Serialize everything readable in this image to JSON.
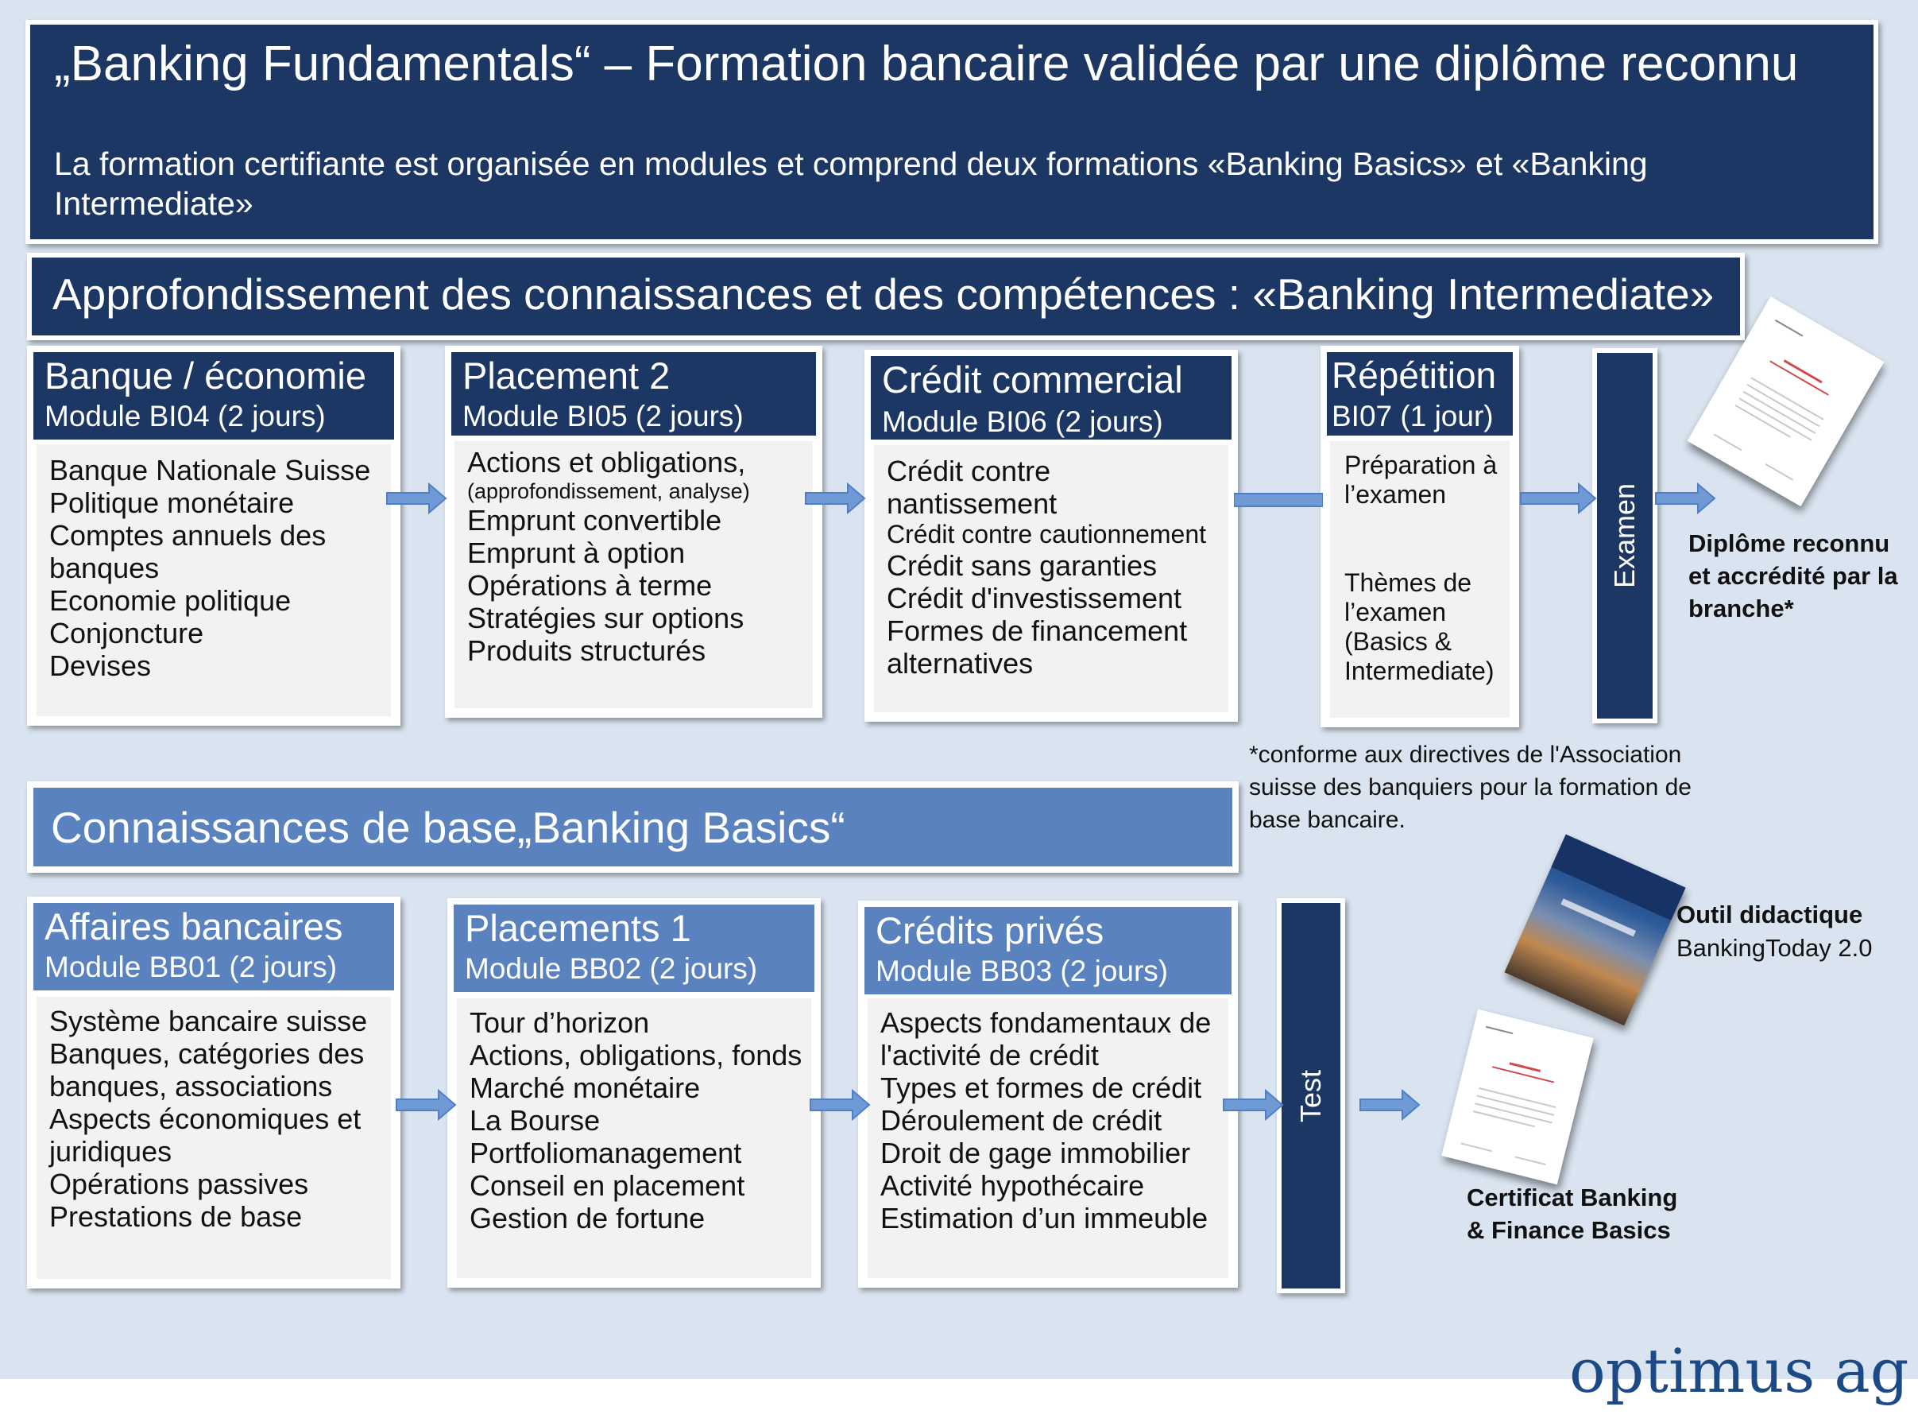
{
  "header": {
    "title": "„Banking Fundamentals“ – Formation bancaire validée par une diplôme reconnu",
    "subtitle": "La formation certifiante est organisée en modules et comprend deux formations «Banking Basics» et «Banking Intermediate»"
  },
  "intermediate": {
    "banner": "Approfondissement des connaissances  et des compétences : «Banking Intermediate»",
    "modules": [
      {
        "title": "Banque / économie",
        "code": "Module BI04 (2 jours)",
        "items": [
          "Banque Nationale Suisse",
          "Politique monétaire",
          "Comptes annuels des",
          "banques",
          "Economie politique",
          "Conjoncture",
          "Devises"
        ]
      },
      {
        "title": "Placement 2",
        "code": "Module BI05 (2 jours)",
        "items": [
          "Actions et obligations,",
          "(approfondissement, analyse)",
          "Emprunt convertible",
          "Emprunt à option",
          "Opérations à terme",
          "Stratégies sur options",
          "Produits structurés"
        ]
      },
      {
        "title": "Crédit commercial",
        "code": "Module BI06 (2 jours)",
        "items": [
          "Crédit contre nantissement",
          "Crédit contre cautionnement",
          "Crédit sans garanties",
          "Crédit d'investissement",
          "Formes de financement",
          "alternatives"
        ]
      },
      {
        "title": "Répétition",
        "code": "BI07 (1 jour)",
        "items": [
          "Préparation à",
          "l’examen",
          "",
          "",
          "Thèmes de",
          "l’examen",
          "(Basics &",
          "Intermediate)"
        ]
      }
    ],
    "exam_label": "Examen",
    "diploma_label": "Diplôme reconnu et accrédité par la branche*",
    "footnote": "*conforme aux directives de l'Association suisse des banquiers pour la formation de base bancaire."
  },
  "basics": {
    "banner": "Connaissances de base„Banking Basics“",
    "modules": [
      {
        "title": "Affaires bancaires",
        "code": "Module BB01 (2 jours)",
        "items": [
          "Système bancaire suisse",
          "Banques, catégories des",
          "banques,  associations",
          "Aspects économiques et",
          "juridiques",
          "Opérations passives",
          "Prestations de base"
        ]
      },
      {
        "title": "Placements 1",
        "code": "Module BB02 (2 jours)",
        "items": [
          "Tour d’horizon",
          "Actions, obligations, fonds",
          "Marché monétaire",
          "La Bourse",
          "Portfoliomanagement",
          "Conseil en placement",
          "Gestion de fortune"
        ]
      },
      {
        "title": "Crédits privés",
        "code": "Module BB03 (2 jours)",
        "items": [
          "Aspects fondamentaux de",
          "l'activité de crédit",
          "Types et formes de crédit",
          "Déroulement de crédit",
          "Droit de gage immobilier",
          "Activité hypothécaire",
          "Estimation d’un immeuble"
        ]
      }
    ],
    "test_label": "Test",
    "tool_title": "Outil didactique",
    "tool_name": "BankingToday 2.0",
    "certificate_label": "Certificat Banking & Finance Basics"
  },
  "logo": "optimus ag",
  "colors": {
    "dark_blue": "#1c3764",
    "light_blue": "#5a82be",
    "arrow": "#6f9ad6",
    "background": "#d9e4f0"
  }
}
